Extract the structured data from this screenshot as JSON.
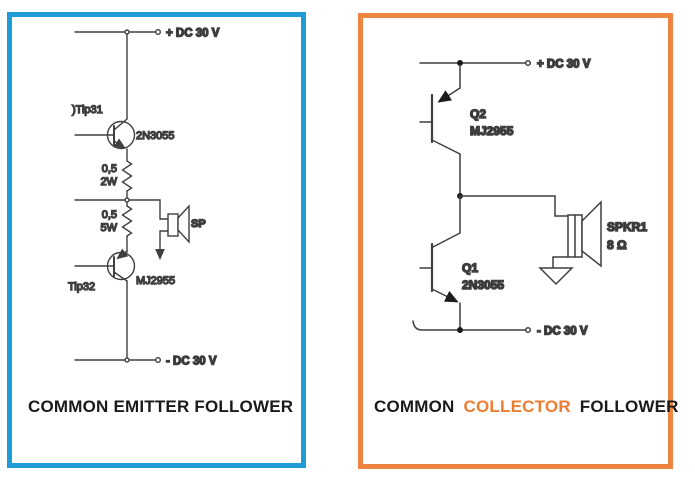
{
  "colors": {
    "left_border": "#1F9CD6",
    "right_border": "#ED8540",
    "collector_text": "#ED7D31",
    "wire": "#3f3f3f",
    "ink": "#1a1a1a"
  },
  "left_panel": {
    "title": "COMMON EMITTER FOLLOWER",
    "labels": {
      "supply_pos": "+ DC 30 V",
      "supply_neg": "- DC 30 V",
      "transistor_top_name": ")Tip31",
      "transistor_top_part": "2N3055",
      "r1_value": "0,5",
      "r1_power": "2W",
      "r2_value": "0,5",
      "r2_power": "5W",
      "speaker_ref": "SP",
      "transistor_bottom_name": "Tip32",
      "transistor_bottom_part": "MJ2955"
    }
  },
  "right_panel": {
    "title": {
      "common": "COMMON",
      "collector": "COLLECTOR",
      "follower": "FOLLOWER"
    },
    "labels": {
      "supply_pos": "+ DC 30 V",
      "supply_neg": "- DC 30 V",
      "q2_ref": "Q2",
      "q2_part": "MJ2955",
      "q1_ref": "Q1",
      "q1_part": "2N3055",
      "speaker_ref": "SPKR1",
      "speaker_impedance": "8 Ω"
    }
  }
}
